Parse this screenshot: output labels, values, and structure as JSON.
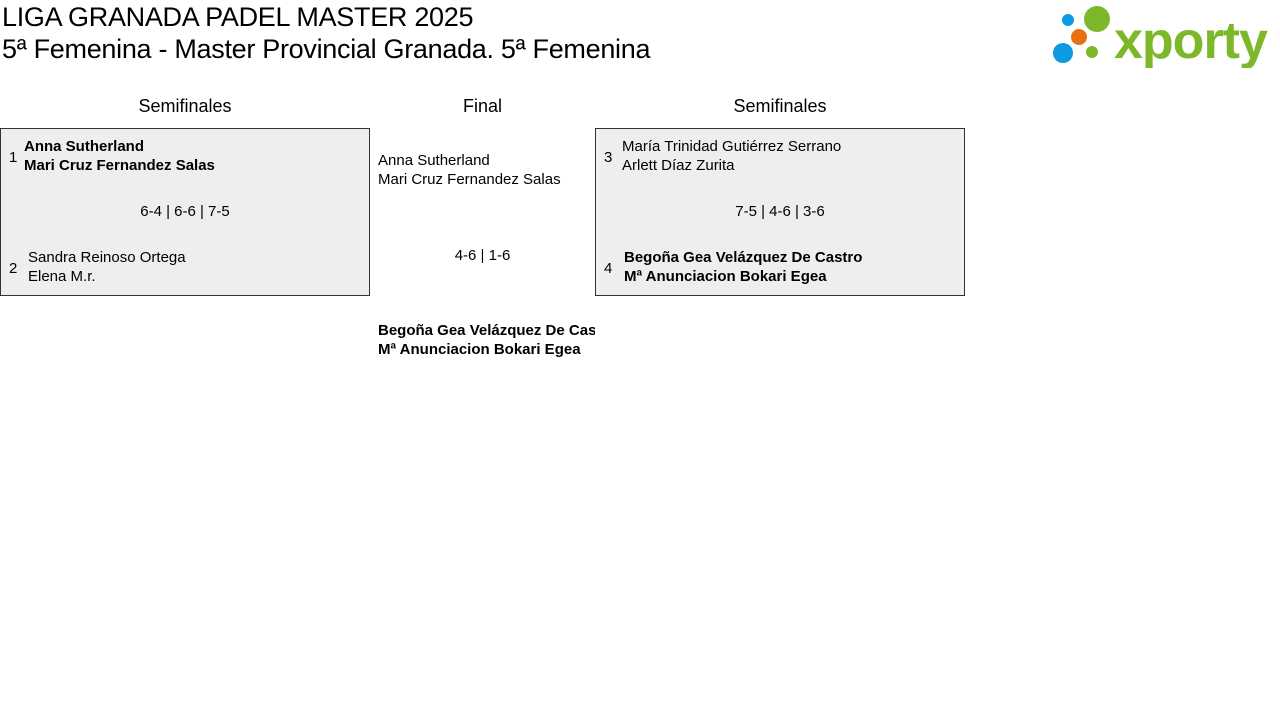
{
  "header": {
    "title": "LIGA GRANADA PADEL MASTER 2025",
    "subtitle": "5ª Femenina - Master Provincial Granada. 5ª Femenina",
    "logo_text": "xporty"
  },
  "rounds": {
    "left": "Semifinales",
    "center": "Final",
    "right": "Semifinales"
  },
  "semi1": {
    "team1": {
      "seed": "1",
      "p1": "Anna Sutherland",
      "p2": "Mari Cruz Fernandez Salas"
    },
    "score": "6-4 | 6-6 | 7-5",
    "team2": {
      "seed": "2",
      "p1": "Sandra Reinoso Ortega",
      "p2": "Elena M.r."
    }
  },
  "semi2": {
    "team1": {
      "seed": "3",
      "p1": "María Trinidad Gutiérrez Serrano",
      "p2": "Arlett Díaz Zurita"
    },
    "score": "7-5 | 4-6 | 3-6",
    "team2": {
      "seed": "4",
      "p1": "Begoña Gea Velázquez De Castro",
      "p2": "Mª Anunciacion Bokari Egea"
    }
  },
  "final": {
    "team1": {
      "p1": "Anna Sutherland",
      "p2": "Mari Cruz Fernandez Salas"
    },
    "score": "4-6 | 1-6",
    "team2": {
      "p1": "Begoña Gea Velázquez De Castro",
      "p2": "Mª Anunciacion Bokari Egea"
    }
  },
  "colors": {
    "logo_green": "#7cb82a",
    "logo_blue": "#0a9be0",
    "logo_orange": "#e8700f",
    "box_bg": "#eeeeee"
  }
}
